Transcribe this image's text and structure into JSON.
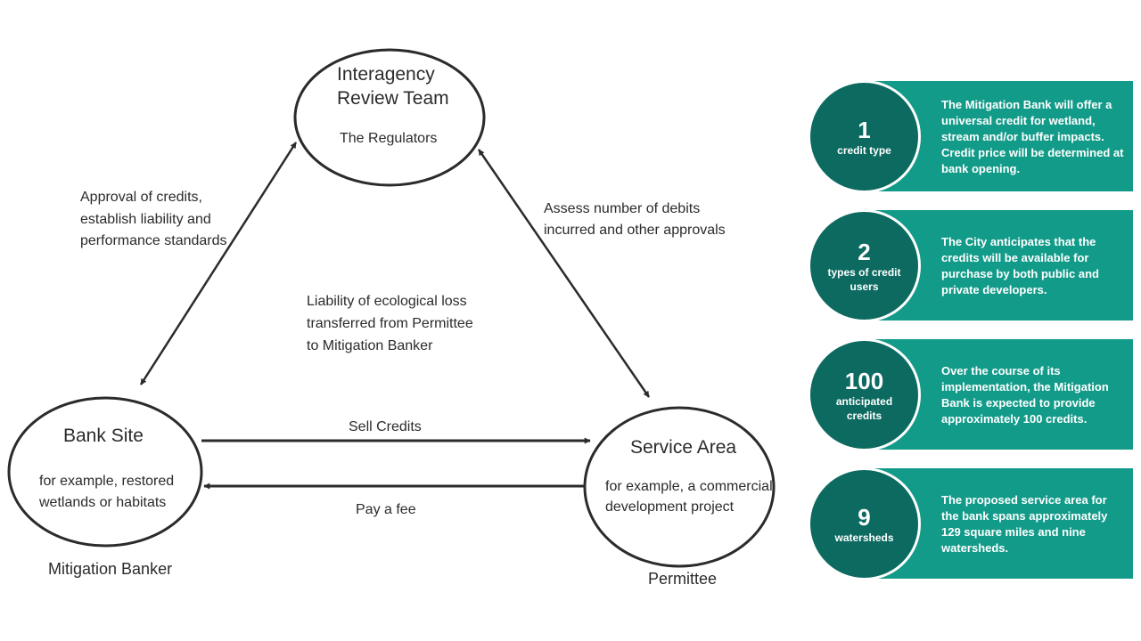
{
  "colors": {
    "band": "#139b89",
    "circle": "#0c6a60",
    "ink": "#2b2b2b"
  },
  "diagram": {
    "nodes": {
      "interagency": {
        "title_lines": [
          "Interagency",
          "Review Team"
        ],
        "subtitle": "The Regulators"
      },
      "bank_site": {
        "title": "Bank Site",
        "subtitle_lines": [
          "for example, restored",
          "wetlands or habitats"
        ],
        "role": "Mitigation Banker"
      },
      "service_area": {
        "title": "Service Area",
        "subtitle_lines": [
          "for example, a commercial",
          "development project"
        ],
        "role": "Permittee"
      }
    },
    "edges": {
      "approval": {
        "lines": [
          "Approval of credits,",
          "establish liability and",
          "performance standards"
        ]
      },
      "assess": {
        "lines": [
          "Assess number of debits",
          "incurred and other approvals"
        ]
      },
      "liability": {
        "lines": [
          "Liability of ecological loss",
          "transferred from Permittee",
          "to Mitigation Banker"
        ]
      },
      "sell": {
        "label": "Sell Credits"
      },
      "pay": {
        "label": "Pay a fee"
      }
    }
  },
  "stats": [
    {
      "number": "1",
      "label": "credit type",
      "text": "The Mitigation Bank will offer a universal credit for wetland, stream and/or buffer impacts. Credit price will be determined at bank opening."
    },
    {
      "number": "2",
      "label": "types of credit users",
      "text": "The City anticipates that the credits will be available for purchase by both public and private developers."
    },
    {
      "number": "100",
      "label": "anticipated credits",
      "text": "Over the course of its implementation, the Mitigation Bank is expected to provide approximately 100 credits."
    },
    {
      "number": "9",
      "label": "watersheds",
      "text": "The proposed service area for the bank spans approximately 129 square miles and nine watersheds."
    }
  ]
}
